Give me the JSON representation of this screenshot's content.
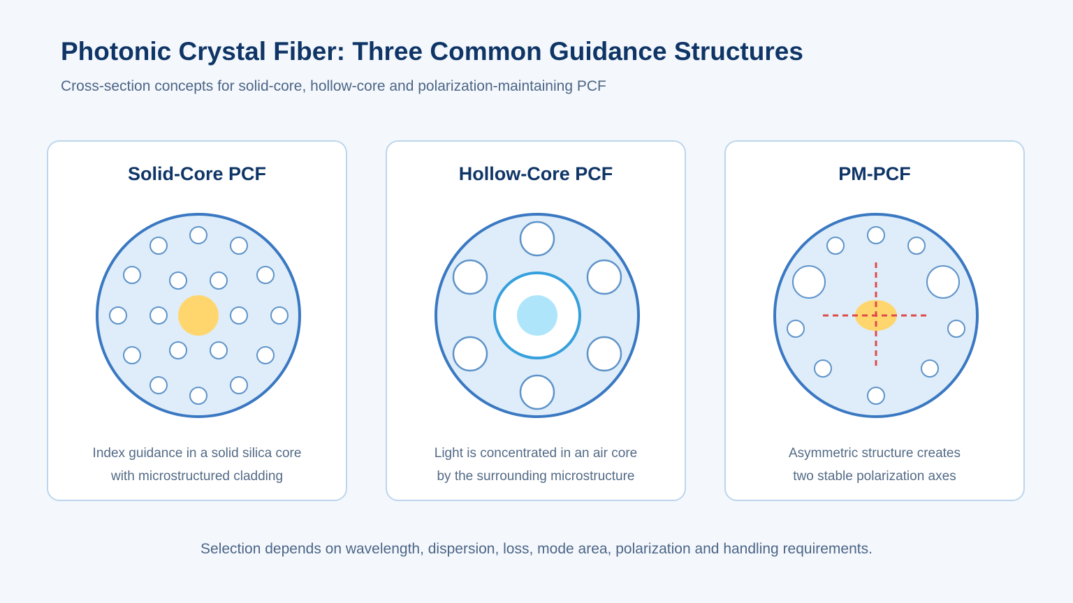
{
  "header": {
    "title": "Photonic Crystal Fiber: Three Common Guidance Structures",
    "subtitle": "Cross-section concepts for solid-core, hollow-core and polarization-maintaining PCF"
  },
  "cards": [
    {
      "title": "Solid-Core PCF",
      "description_lines": [
        "Index guidance in a solid silica core",
        "with microstructured cladding"
      ]
    },
    {
      "title": "Hollow-Core PCF",
      "description_lines": [
        "Light is concentrated in an air core",
        "by the surrounding microstructure"
      ]
    },
    {
      "title": "PM-PCF",
      "description_lines": [
        "Asymmetric structure creates",
        "two stable polarization axes"
      ]
    }
  ],
  "footer": {
    "note": "Selection depends on wavelength, dispersion, loss, mode area, polarization and handling requirements."
  },
  "colors": {
    "cladding_fill": "#deedf9",
    "fiber_outline": "#3a78c2",
    "air_hole_outline": "#5e93c9",
    "solid_core": "#ffd66e",
    "hollow_core_ring": "#36a0dc",
    "hollow_core_mode": "#aee5fb",
    "pm_core": "#ffd66e",
    "polarization_axes": "#df4a4a"
  }
}
